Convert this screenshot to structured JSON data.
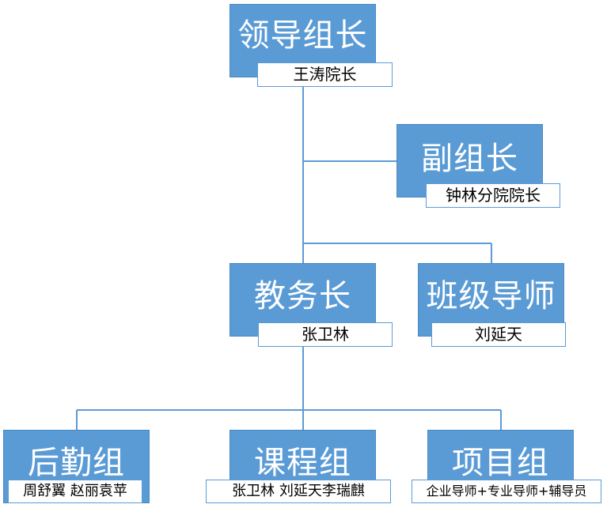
{
  "org_chart": {
    "leader": {
      "title": "领导组长",
      "name": "王涛院长"
    },
    "deputy": {
      "title": "副组长",
      "name": "钟林分院院长"
    },
    "dean": {
      "title": "教务长",
      "name": "张卫林"
    },
    "class_mentor": {
      "title": "班级导师",
      "name": "刘延天"
    },
    "logistics": {
      "title": "后勤组",
      "name": "周舒翼 赵丽袁苹"
    },
    "course": {
      "title": "课程组",
      "name": "张卫林 刘延天李瑞麒"
    },
    "project": {
      "title": "项目组",
      "name": "企业导师+专业导师+辅导员"
    }
  },
  "colors": {
    "node_fill": "#5b9bd5",
    "node_text": "#ffffff",
    "connector": "#5b9bd5",
    "label_border": "#5b9bd5"
  }
}
